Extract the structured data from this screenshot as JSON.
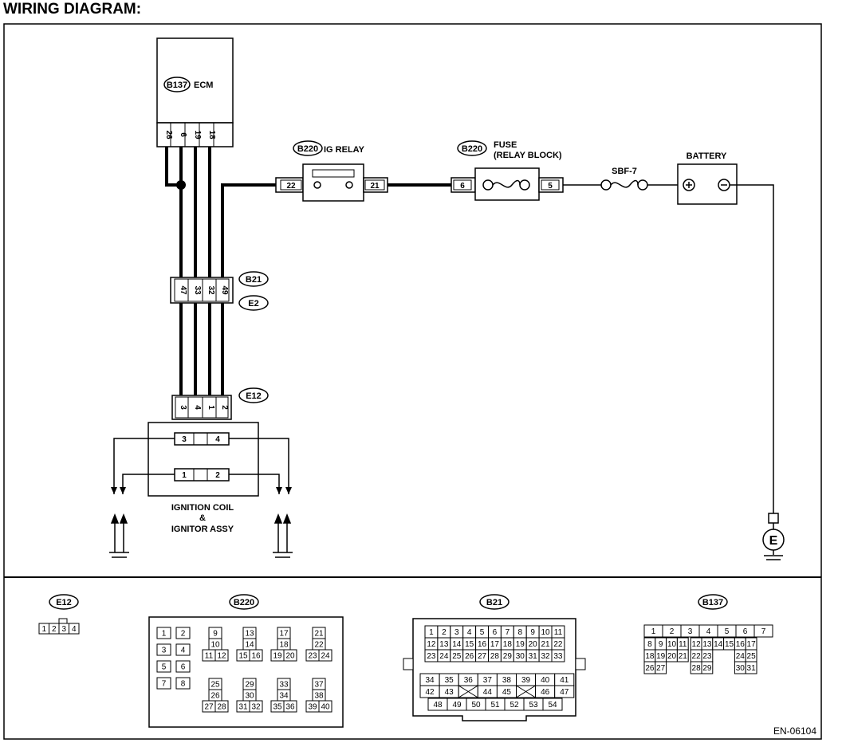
{
  "header": {
    "title": "WIRING DIAGRAM:"
  },
  "ecm": {
    "tag": "B137",
    "label": "ECM",
    "pins": [
      "26",
      "6",
      "19",
      "18"
    ]
  },
  "ig_relay": {
    "tag": "B220",
    "label": "IG RELAY",
    "pin_left": "22",
    "pin_right": "21"
  },
  "fuse": {
    "tag": "B220",
    "label_line1": "FUSE",
    "label_line2": "(RELAY BLOCK)",
    "pin_left": "6",
    "pin_right": "5"
  },
  "sbf": {
    "label": "SBF-7"
  },
  "battery": {
    "label": "BATTERY",
    "plus": "+",
    "minus": "−"
  },
  "ground_e": {
    "label": "E"
  },
  "conn_b21_e2": {
    "tag_top": "B21",
    "tag_bottom": "E2",
    "pins": [
      "47",
      "33",
      "32",
      "49"
    ]
  },
  "conn_e12": {
    "tag": "E12",
    "pins": [
      "3",
      "4",
      "1",
      "2"
    ]
  },
  "ignition": {
    "label_line1": "IGNITION COIL",
    "label_line2": "&",
    "label_line3": "IGNITOR ASSY",
    "row1": [
      "3",
      "4"
    ],
    "row2": [
      "1",
      "2"
    ]
  },
  "footer": {
    "code": "EN-06104"
  },
  "views": {
    "e12": {
      "tag": "E12",
      "pins": [
        "1",
        "2",
        "3",
        "4"
      ]
    },
    "b220": {
      "tag": "B220",
      "pairs": [
        [
          "1",
          "2"
        ],
        [
          "3",
          "4"
        ],
        [
          "5",
          "6"
        ],
        [
          "7",
          "8"
        ]
      ],
      "stacks": [
        [
          "9",
          "10",
          "11",
          "12"
        ],
        [
          "13",
          "14",
          "15",
          "16"
        ],
        [
          "17",
          "18",
          "19",
          "20"
        ],
        [
          "21",
          "22",
          "23",
          "24"
        ],
        [
          "25",
          "26",
          "27",
          "28"
        ],
        [
          "29",
          "30",
          "31",
          "32"
        ],
        [
          "33",
          "34",
          "35",
          "36"
        ],
        [
          "37",
          "38",
          "39",
          "40"
        ]
      ]
    },
    "b21": {
      "tag": "B21",
      "row1": [
        "1",
        "2",
        "3",
        "4",
        "5",
        "6",
        "7",
        "8",
        "9",
        "10",
        "11"
      ],
      "row2": [
        "12",
        "13",
        "14",
        "15",
        "16",
        "17",
        "18",
        "19",
        "20",
        "21",
        "22"
      ],
      "row3": [
        "23",
        "24",
        "25",
        "26",
        "27",
        "28",
        "29",
        "30",
        "31",
        "32",
        "33"
      ],
      "row4": [
        "34",
        "35",
        "36",
        "37",
        "38",
        "39",
        "40",
        "41"
      ],
      "row5": [
        "42",
        "43",
        "44",
        "45",
        "46",
        "47"
      ],
      "row6": [
        "48",
        "49",
        "50",
        "51",
        "52",
        "53",
        "54"
      ]
    },
    "b137": {
      "tag": "B137",
      "row1": [
        "1",
        "2",
        "3",
        "4",
        "5",
        "6",
        "7"
      ],
      "row2": [
        "8",
        "9",
        "10",
        "11",
        "12",
        "13",
        "14",
        "15",
        "16",
        "17"
      ],
      "row3": [
        "18",
        "19",
        "20",
        "21",
        "22",
        "23",
        "24",
        "25"
      ],
      "row4": [
        "26",
        "27",
        "28",
        "29",
        "30",
        "31"
      ]
    }
  }
}
